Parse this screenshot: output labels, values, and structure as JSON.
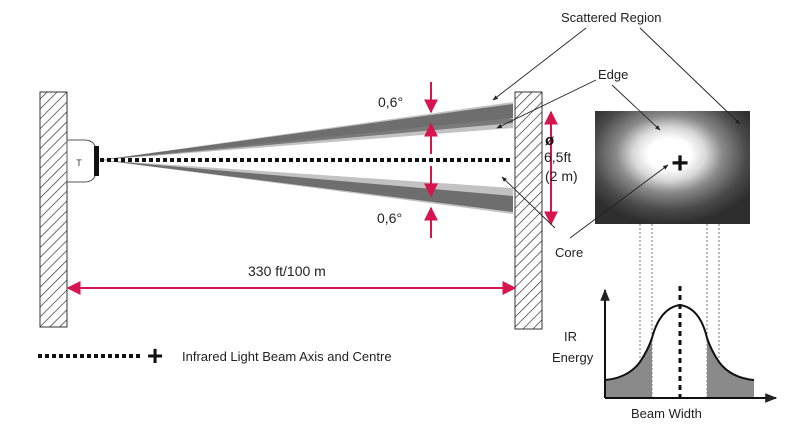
{
  "labels": {
    "scattered_region": "Scattered Region",
    "edge": "Edge",
    "core": "Core",
    "angle_top": "0,6°",
    "angle_bottom": "0,6°",
    "diameter_symbol": "ø",
    "diameter_ft": "6,5ft",
    "diameter_m": "(2 m)",
    "distance": "330 ft/100 m",
    "ir_line1": "IR",
    "ir_line2": "Energy",
    "beam_width": "Beam Width",
    "legend": "Infrared Light Beam Axis and Centre",
    "transmitter_mark": "T",
    "center_plus": "+"
  },
  "colors": {
    "accent": "#d6144f",
    "beam_dark": "#7a7a7a",
    "beam_light": "#c2c2c2",
    "wall_hatch": "#333333",
    "spot_background": "#3a3a3a",
    "spot_core": "#ffffff"
  },
  "icons": {
    "transmitter": "transmitter-icon",
    "wall": "hatched-wall",
    "center_marker": "plus-icon"
  }
}
